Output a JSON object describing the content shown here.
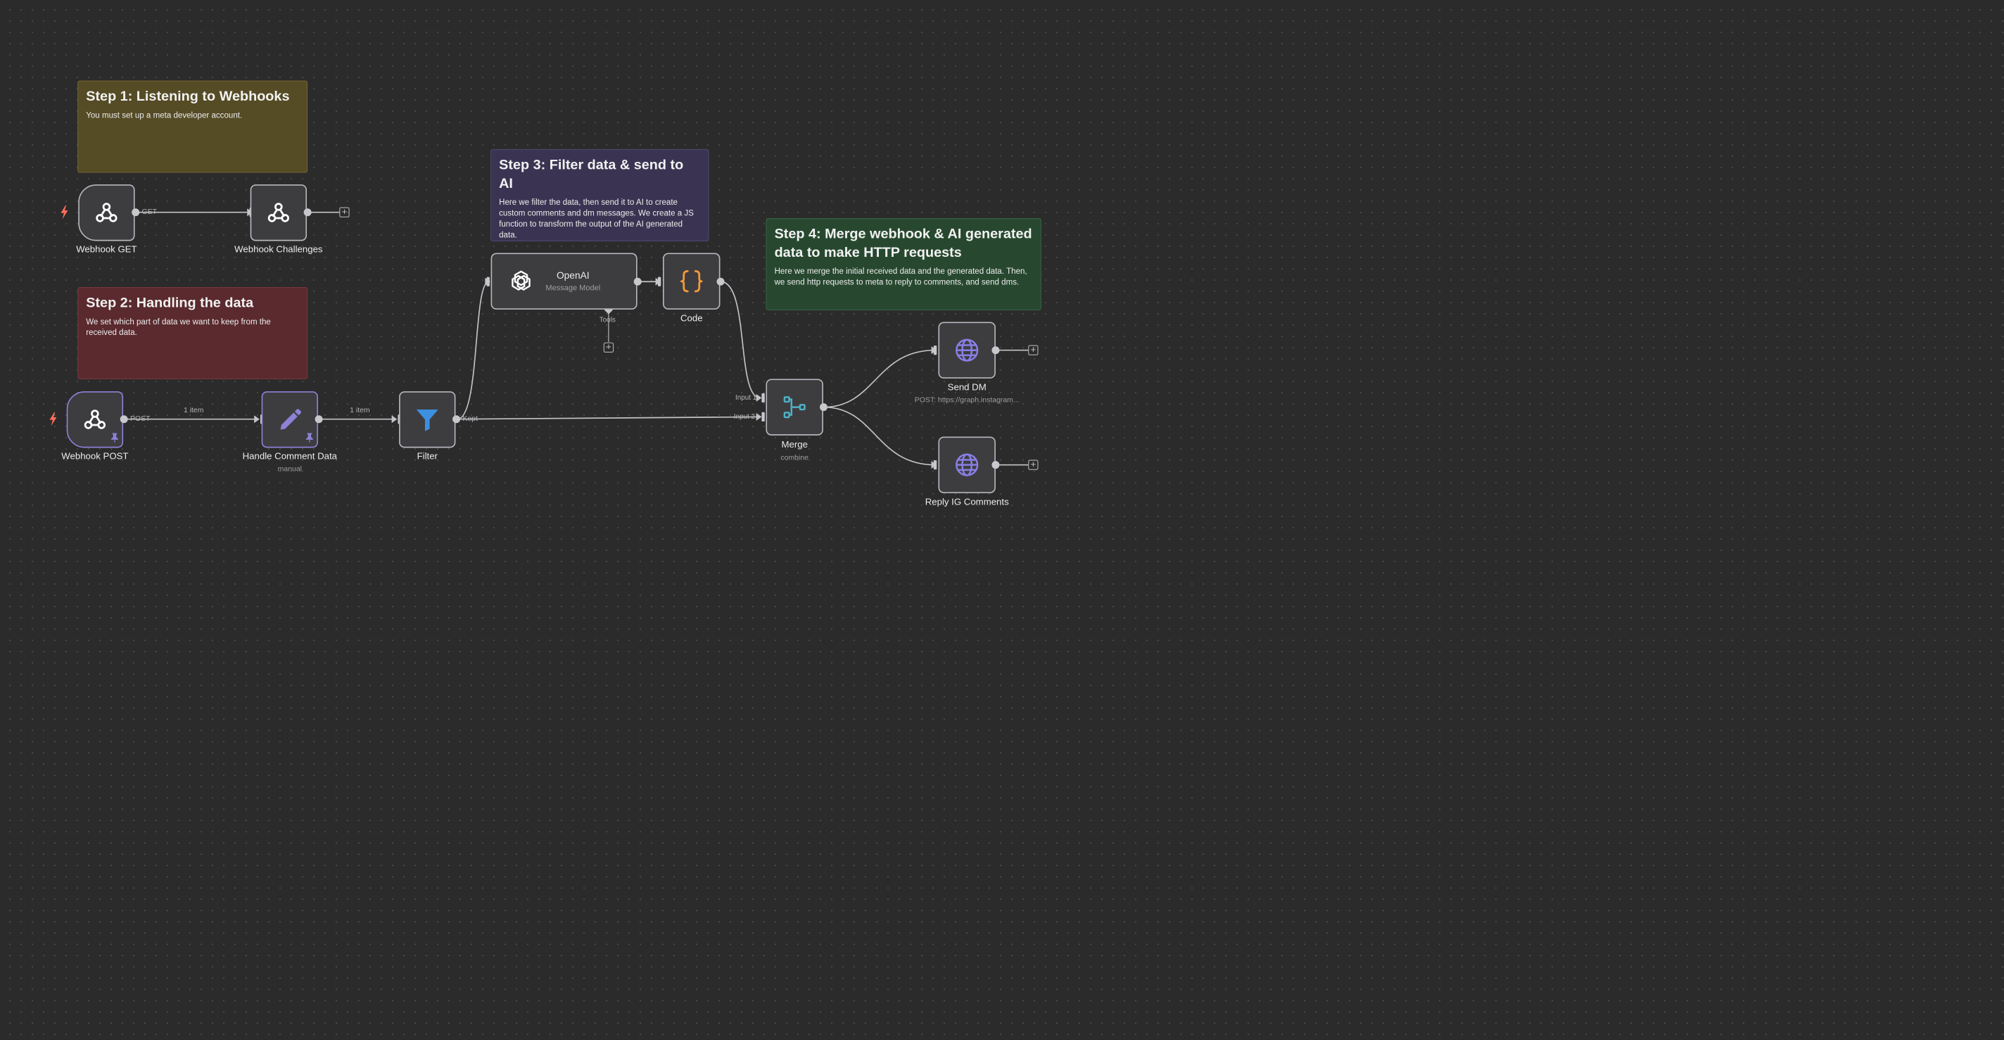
{
  "stickies": {
    "step1": {
      "title": "Step 1: Listening to Webhooks",
      "body": "You must set up a meta developer account."
    },
    "step2": {
      "title": "Step 2: Handling the data",
      "body": "We set which part of data we want to keep from the received data."
    },
    "step3": {
      "title": "Step 3: Filter data & send to AI",
      "body": "Here we filter the data, then send it to AI to create custom comments and dm messages. We create a JS function to transform the output of the AI generated data."
    },
    "step4": {
      "title": "Step 4: Merge webhook & AI generated data to make HTTP requests",
      "body": "Here we merge the initial received data and the generated data. Then, we send http requests to meta to reply to comments, and send dms."
    }
  },
  "nodes": {
    "webhook_get": {
      "label": "Webhook GET",
      "icon": "webhook-icon",
      "trigger": true
    },
    "webhook_challenges": {
      "label": "Webhook Challenges",
      "icon": "webhook-icon"
    },
    "webhook_post": {
      "label": "Webhook POST",
      "icon": "webhook-icon",
      "trigger": true,
      "pinned": true
    },
    "handle_comment": {
      "label": "Handle Comment Data",
      "subtitle": "manual",
      "icon": "pencil-icon",
      "pinned": true
    },
    "filter": {
      "label": "Filter",
      "icon": "filter-icon"
    },
    "openai": {
      "label": "OpenAI",
      "subtitle": "Message Model",
      "icon": "openai-icon",
      "tools_label": "Tools"
    },
    "code": {
      "label": "Code",
      "icon": "code-braces-icon"
    },
    "merge": {
      "label": "Merge",
      "subtitle": "combine",
      "icon": "merge-icon",
      "input1": "Input 1",
      "input2": "Input 2"
    },
    "send_dm": {
      "label": "Send DM",
      "subtitle": "POST: https://graph.instagram...",
      "icon": "globe-icon"
    },
    "reply_ig": {
      "label": "Reply IG Comments",
      "icon": "globe-icon"
    }
  },
  "edges": {
    "get_label": "GET",
    "post_label": "POST",
    "items_1": "1 item",
    "items_2": "1 item",
    "kept_label": "Kept"
  },
  "colors": {
    "canvas": "#2b2b2b",
    "trigger_bolt": "#ff6d5a",
    "pinned": "#8d82d6",
    "filter_icon": "#3d8fe0",
    "code_icon": "#f59a3a",
    "merge_icon": "#4fb1c6",
    "globe_icon": "#8a7fe6",
    "pencil_icon": "#8d82d6"
  }
}
